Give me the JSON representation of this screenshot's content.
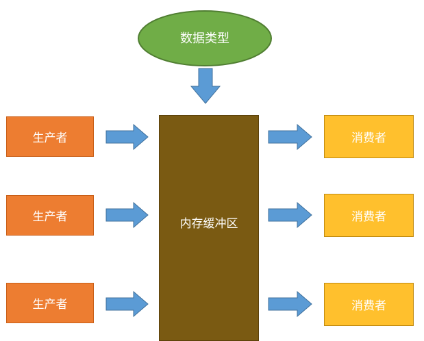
{
  "diagram": {
    "data_type": "数据类型",
    "buffer": "内存缓冲区",
    "producers": [
      "生产者",
      "生产者",
      "生产者"
    ],
    "consumers": [
      "消费者",
      "消费者",
      "消费者"
    ]
  },
  "colors": {
    "ellipse_fill": "#70AD47",
    "producer_fill": "#ED7D31",
    "consumer_fill": "#FFC02D",
    "buffer_fill": "#7A5A12",
    "arrow_fill": "#5B9BD5"
  },
  "icons": {
    "arrows": "block-arrow-icon"
  }
}
